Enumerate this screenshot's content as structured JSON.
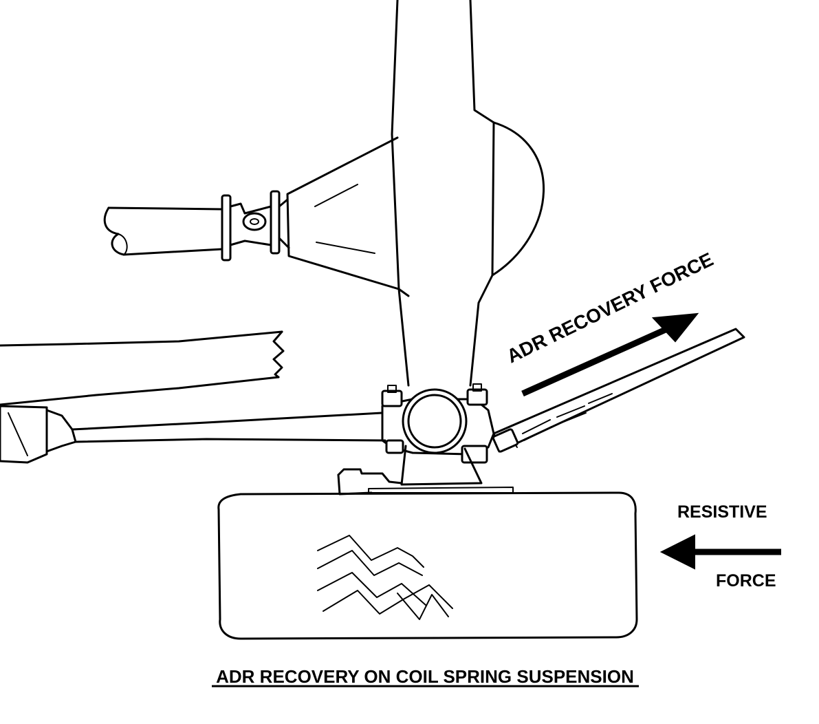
{
  "labels": {
    "recovery_force": "ADR RECOVERY FORCE",
    "resistive_line1": "RESISTIVE",
    "resistive_line2": "FORCE",
    "caption": "ADR RECOVERY ON COIL SPRING SUSPENSION"
  },
  "colors": {
    "ink": "#000000",
    "background": "#ffffff"
  }
}
